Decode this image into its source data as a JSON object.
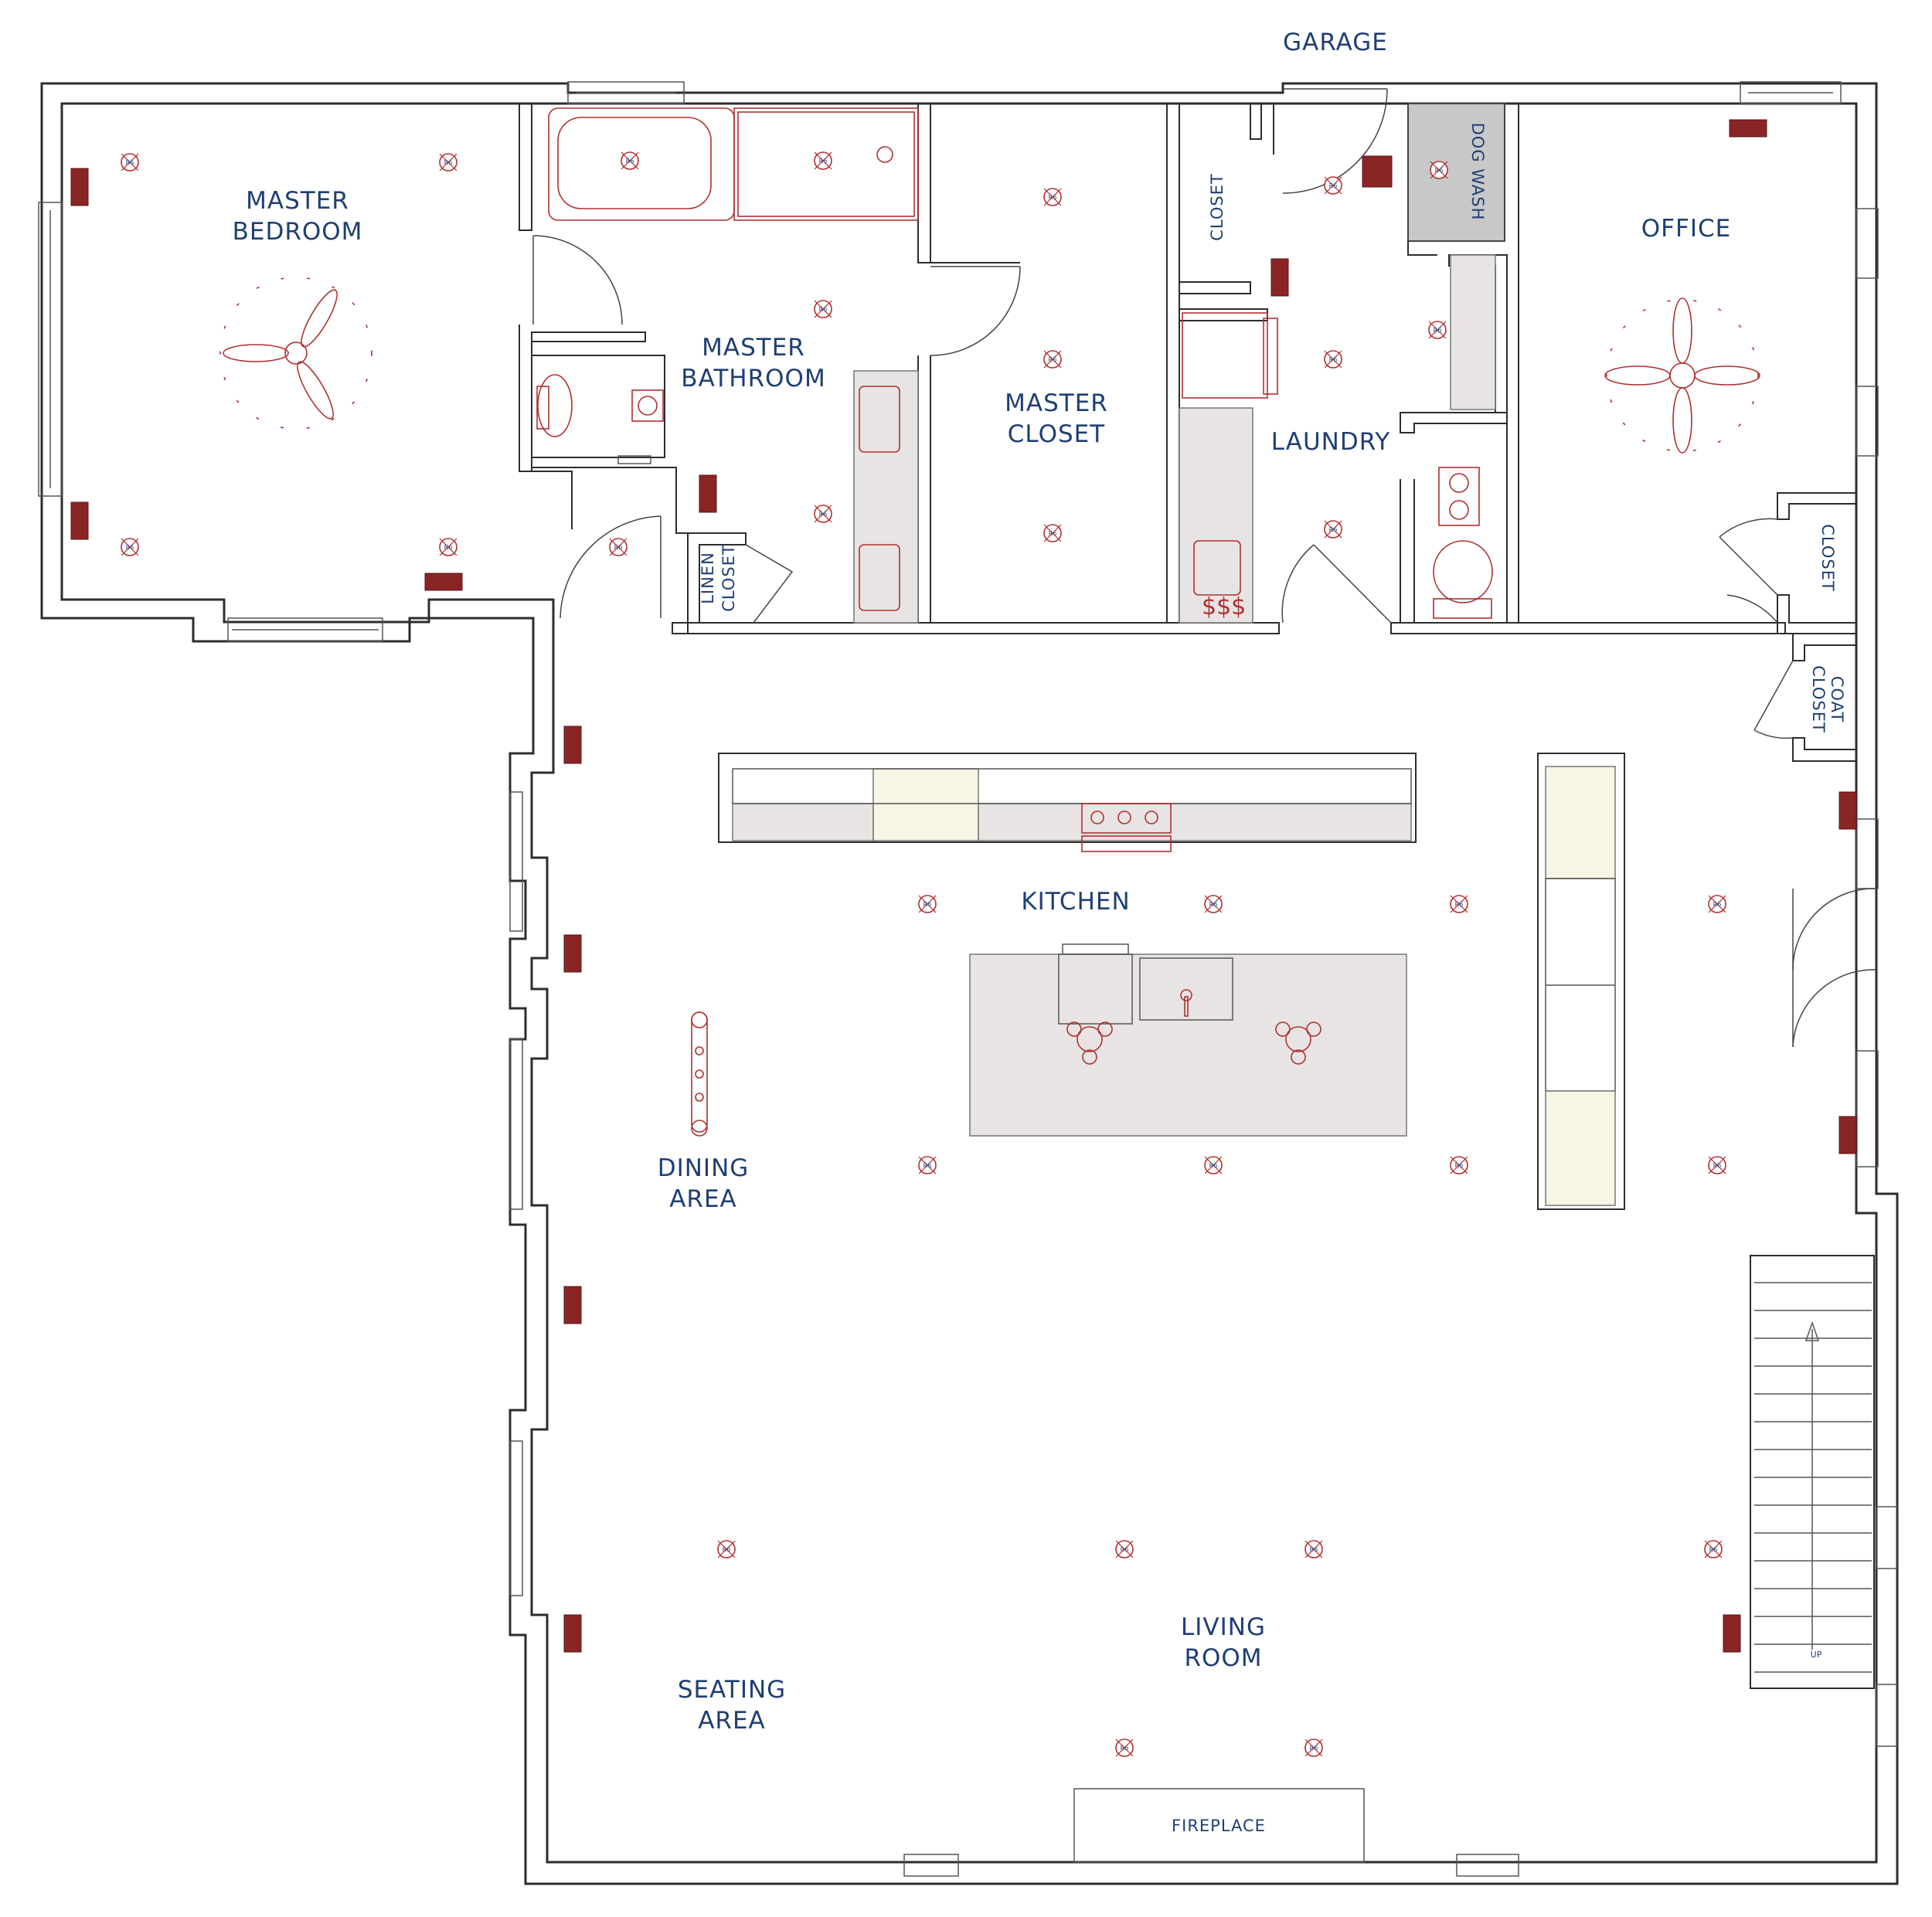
{
  "labels": {
    "garage": "GARAGE",
    "master_bedroom_1": "MASTER",
    "master_bedroom_2": "BEDROOM",
    "master_bathroom_1": "MASTER",
    "master_bathroom_2": "BATHROOM",
    "master_closet_1": "MASTER",
    "master_closet_2": "CLOSET",
    "closet_laundry": "CLOSET",
    "dog_wash": "DOG WASH",
    "laundry": "LAUNDRY",
    "office": "OFFICE",
    "linen_closet_1": "LINEN",
    "linen_closet_2": "CLOSET",
    "office_closet": "CLOSET",
    "coat_closet_1": "COAT",
    "coat_closet_2": "CLOSET",
    "kitchen": "KITCHEN",
    "dining_1": "DINING",
    "dining_2": "AREA",
    "living_1": "LIVING",
    "living_2": "ROOM",
    "seating_1": "SEATING",
    "seating_2": "AREA",
    "fireplace": "FIREPLACE",
    "stairs_up": "UP"
  },
  "light_symbol_text": "R6",
  "colors": {
    "label": "#1f3f73",
    "fixture_red": "#b03030",
    "wall": "#2d2d2d",
    "counter": "#e8e4e4",
    "counter_cream": "#f7f5e4",
    "dog_wash_fill": "#c8c8c8"
  }
}
